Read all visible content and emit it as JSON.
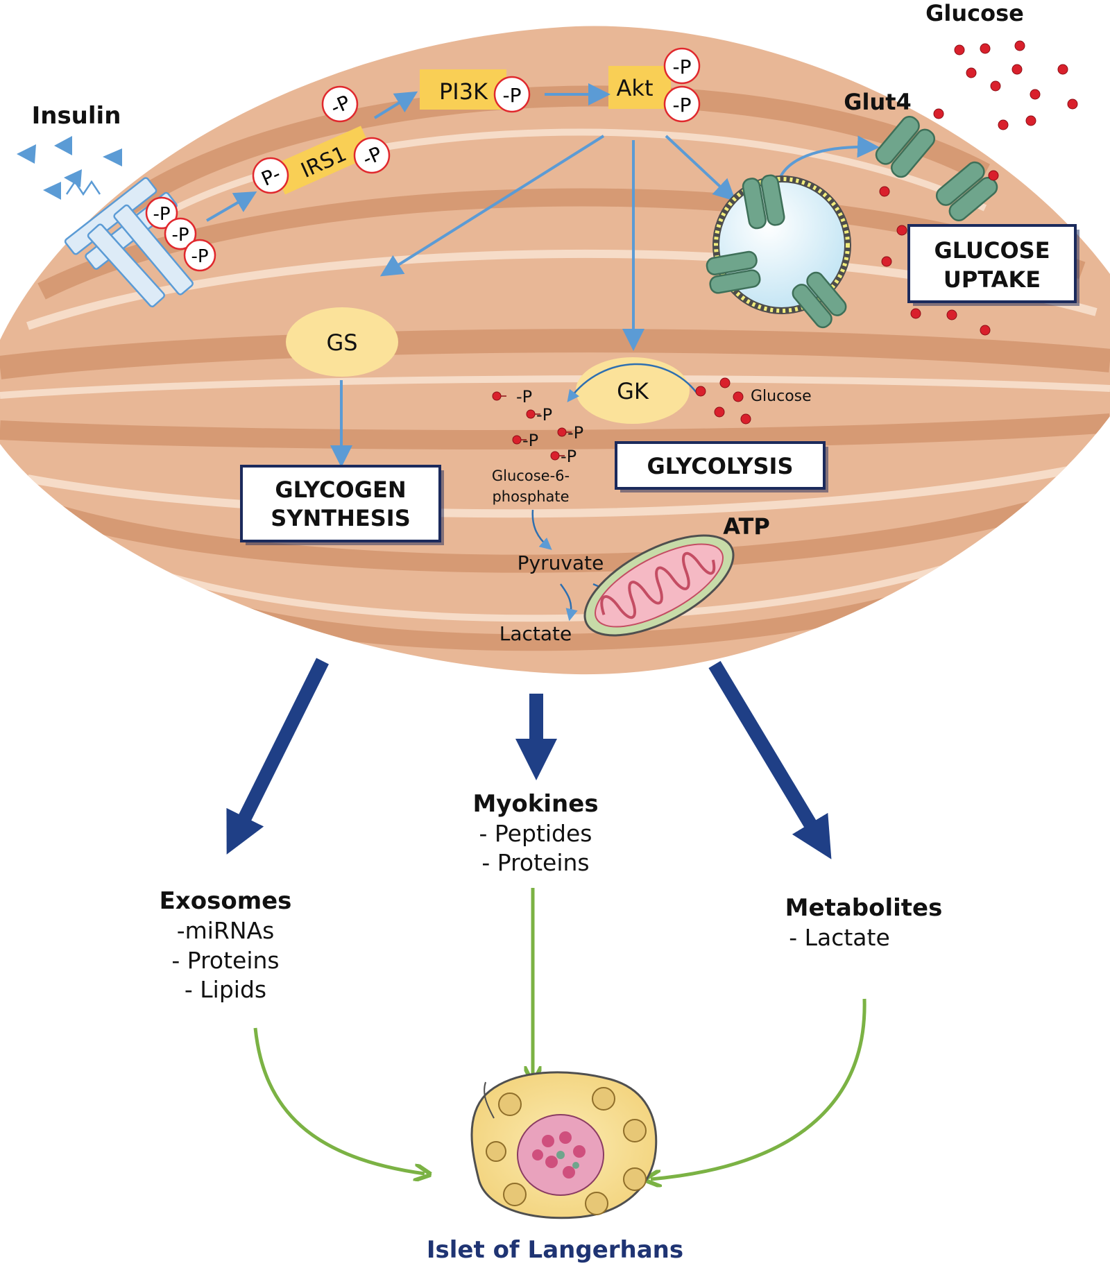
{
  "labels": {
    "insulin": "Insulin",
    "glucose_top": "Glucose",
    "glut4": "Glut4",
    "irs1": "IRS1",
    "pi3k": "PI3K",
    "akt": "Akt",
    "gs": "GS",
    "gk": "GK",
    "glucose_small": "Glucose",
    "glucose6p_line1": "Glucose-6-",
    "glucose6p_line2": "phosphate",
    "pyruvate": "Pyruvate",
    "lactate_cell": "Lactate",
    "atp": "ATP",
    "phospho": "-P",
    "phospho_left": "P-"
  },
  "boxes": {
    "glucose_uptake": [
      "GLUCOSE",
      "UPTAKE"
    ],
    "glycogen_synthesis": [
      "GLYCOGEN",
      "SYNTHESIS"
    ],
    "glycolysis": "GLYCOLYSIS"
  },
  "outputs": {
    "exosomes": {
      "title": "Exosomes",
      "items": [
        "-miRNAs",
        "-  Proteins",
        "-  Lipids"
      ]
    },
    "myokines": {
      "title": "Myokines",
      "items": [
        "- Peptides",
        "- Proteins"
      ]
    },
    "metabolites": {
      "title": "Metabolites",
      "items": [
        "-  Lactate"
      ]
    }
  },
  "islet_label": "Islet of Langerhans",
  "colors": {
    "muscle": "#e8b796",
    "muscle_band": "#d69a74",
    "muscle_highlight": "#f6dcc8",
    "signal_arrow": "#5b9bd5",
    "output_arrow": "#1f3f86",
    "green_arrow": "#7bb244",
    "kinase_yellow": "#f9cf55",
    "enzyme_yellow": "#fbe29a",
    "glucose_red": "#d9202c",
    "box_border": "#1b2a5c",
    "islet_text": "#1f3473",
    "glut_green": "#6fa58c"
  }
}
